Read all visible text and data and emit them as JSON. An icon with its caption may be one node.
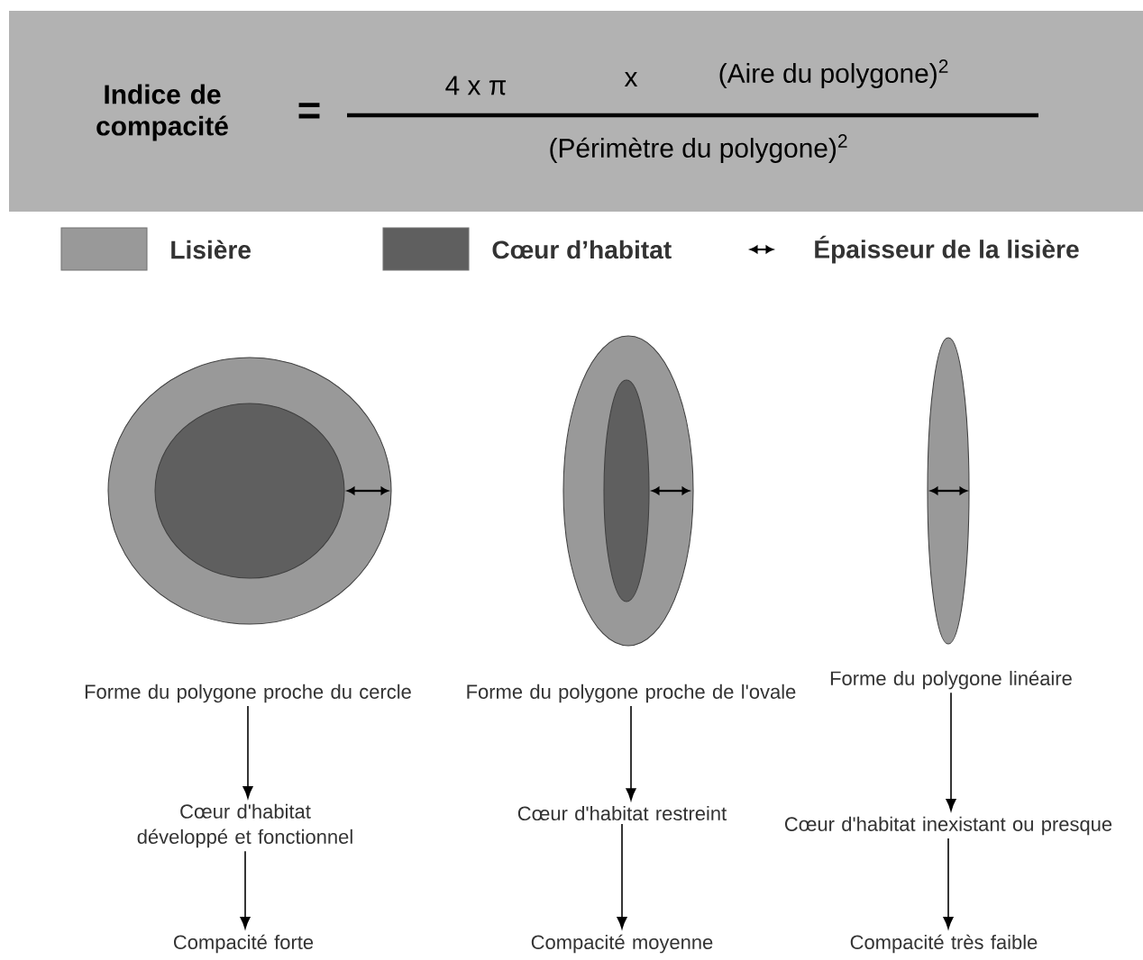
{
  "diagram": {
    "nodes": [
      {
        "text": [
          "Indice de compacité",
          "=",
          "4 x π",
          "x",
          "(Aire du polygone)$^{2}$",
          "(Périmètre du polygone)$^{2}$"
        ]
      },
      {
        "text": [
          "Forme du polygone proche du cercle"
        ]
      },
      {
        "text": [
          "Forme du polygone proche de l'ovale"
        ]
      },
      {
        "text": [
          "Forme du polygone linéaire"
        ]
      },
      {
        "text": [
          "Cœur d'habitat développé et fonctionnel"
        ]
      },
      {
        "text": [
          "Cœur d'habitat restreint"
        ]
      },
      {
        "text": [
          "Cœur d'habitat inexistant ou presque"
        ]
      },
      {
        "text": [
          "Compacité forte"
        ]
      },
      {
        "text": [
          "Compacité moyenne"
        ]
      },
      {
        "text": [
          "Compacité très faible"
        ]
      }
    ],
    "edges": [
      {
        "from": 1,
        "to": 4,
        "arrow": "to"
      },
      {
        "from": 4,
        "to": 7,
        "arrow": "to"
      },
      {
        "from": 2,
        "to": 5,
        "arrow": "to"
      },
      {
        "from": 5,
        "to": 8,
        "arrow": "to"
      },
      {
        "from": 3,
        "to": 6,
        "arrow": "to"
      },
      {
        "from": 6,
        "to": 9,
        "arrow": "to"
      }
    ],
    "legend": [
      {
        "text": "Lisière",
        "color": "#999999"
      },
      {
        "text": "Cœur d’habitat",
        "color": "#5f5f5f"
      },
      {
        "text": "Épaisseur de la lisière"
      }
    ]
  }
}
